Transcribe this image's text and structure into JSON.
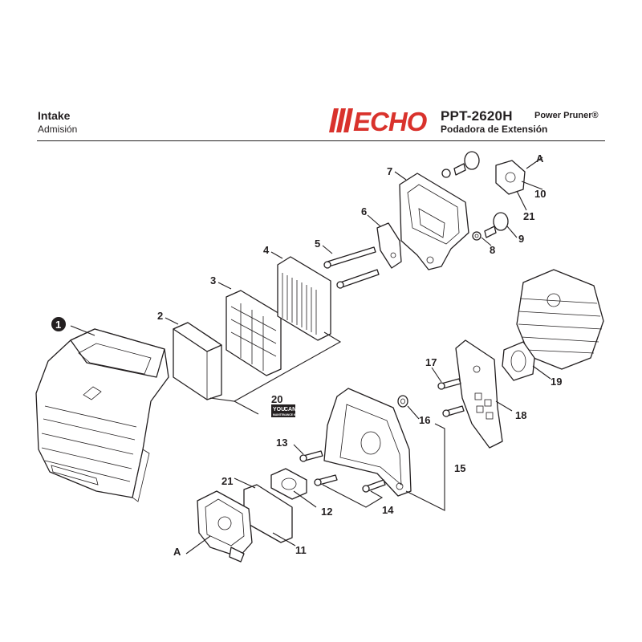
{
  "header": {
    "title": "Intake",
    "subtitle": "Admisión",
    "brand": "ECHO",
    "model": "PPT-2620H",
    "desc_en": "Power Pruner®",
    "desc_es": "Podadora de Extensión"
  },
  "colors": {
    "brand_red": "#d9322c",
    "ink": "#231f20"
  },
  "callouts": {
    "c1": "1",
    "c2": "2",
    "c3": "3",
    "c4": "4",
    "c5": "5",
    "c6": "6",
    "c7": "7",
    "c8": "8",
    "c9": "9",
    "c10": "10",
    "c11": "11",
    "c12": "12",
    "c13": "13",
    "c14": "14",
    "c15": "15",
    "c16": "16",
    "c17": "17",
    "c18": "18",
    "c19": "19",
    "c20": "20",
    "c21a": "21",
    "c21b": "21",
    "ca1": "A",
    "ca2": "A"
  },
  "kit_badge": {
    "line1": "YOU",
    "line2": "CAN",
    "line3": "MAINTENANCE KIT"
  }
}
